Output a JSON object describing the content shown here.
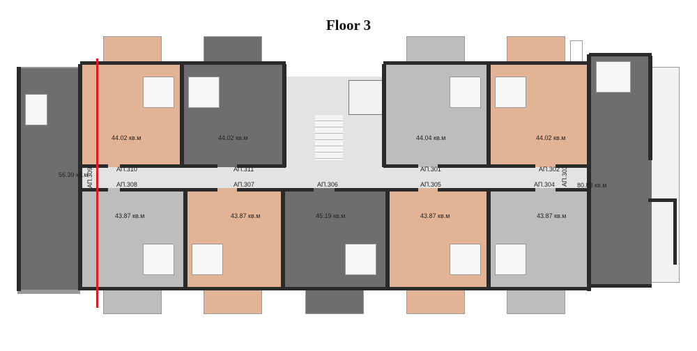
{
  "title": "Floor 3",
  "apartments": {
    "ap301": {
      "label": "АП.301",
      "area": "44.04 кв.м"
    },
    "ap302": {
      "label": "АП.302",
      "area": "44.02 кв.м"
    },
    "ap303": {
      "label": "АП.303",
      "area": "80.88 кв.м"
    },
    "ap304": {
      "label": "АП.304",
      "area": "43.87 кв.м"
    },
    "ap305": {
      "label": "АП.305",
      "area": "43.87 кв.м"
    },
    "ap306": {
      "label": "АП.306",
      "area": "45.19 кв.м"
    },
    "ap307": {
      "label": "АП.307",
      "area": "43.87 кв.м"
    },
    "ap308": {
      "label": "АП.308",
      "area": "43.87 кв.м"
    },
    "ap309": {
      "label": "АП.309",
      "area": "56.39 кв.м"
    },
    "ap310": {
      "label": "АП.310",
      "area": "44.02 кв.м"
    },
    "ap311": {
      "label": "АП.311",
      "area": "44.02 кв.м"
    }
  },
  "colors": {
    "peach": "#e2b394",
    "dark": "#6e6e6e",
    "light": "#bdbdbd",
    "corridor": "#e3e3e3",
    "marker": "#e11b22"
  }
}
